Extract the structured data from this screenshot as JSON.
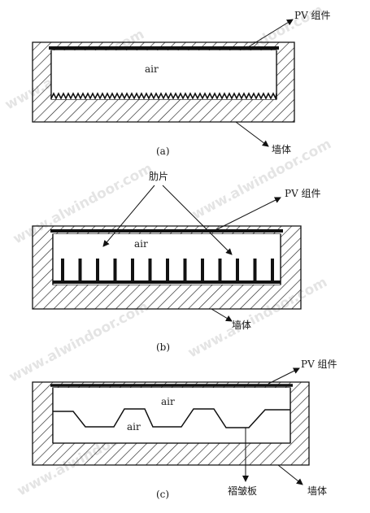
{
  "watermark": "www.alwindoor.com",
  "panels": [
    {
      "caption": "(a)",
      "air": [
        "air"
      ],
      "labels": {
        "pv": "PV 组件",
        "wall": "墙体"
      }
    },
    {
      "caption": "(b)",
      "air": [
        "air"
      ],
      "labels": {
        "fin": "肋片",
        "pv": "PV 组件",
        "wall": "墙体"
      }
    },
    {
      "caption": "(c)",
      "air": [
        "air",
        "air"
      ],
      "labels": {
        "pv": "PV 组件",
        "board": "褶皱板",
        "wall": "墙体"
      }
    }
  ]
}
